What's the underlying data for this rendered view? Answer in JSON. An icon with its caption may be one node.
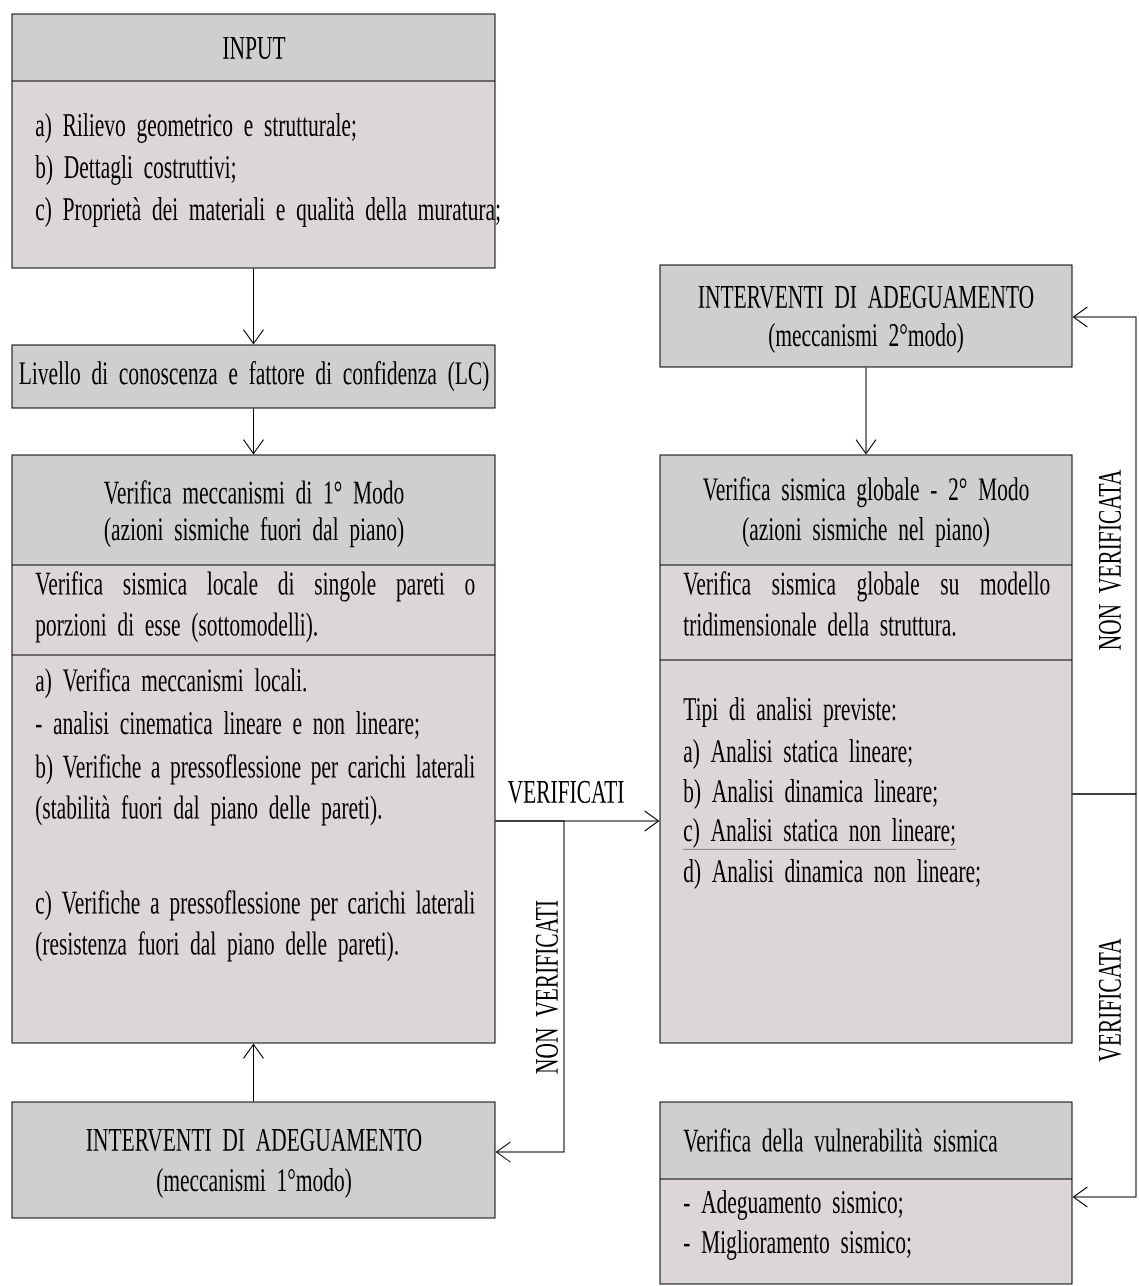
{
  "diagram": {
    "nodes": [
      {
        "text": [
          "INPUT",
          "a) Rilievo geometrico e strutturale;",
          "b) Dettagli costruttivi;",
          "c) Proprietà dei materiali e qualità della muratura;"
        ]
      },
      {
        "text": [
          "Livello di conoscenza e fattore di confidenza (LC)"
        ]
      },
      {
        "text": [
          "Verifica meccanismi di 1° Modo",
          "(azioni sismiche fuori dal piano)",
          "Verifica sismica locale di singole pareti o porzioni di esse (sottomodelli).",
          "a) Verifica meccanismi locali.",
          "- analisi cinematica lineare e non lineare;",
          "b) Verifiche a pressoflessione per carichi laterali (stabilità fuori dal piano delle pareti).",
          "c) Verifiche a pressoflessione per carichi laterali (resistenza fuori dal piano delle pareti)."
        ]
      },
      {
        "text": [
          "INTERVENTI DI ADEGUAMENTO",
          "(meccanismi 1°modo)"
        ]
      },
      {
        "text": [
          "INTERVENTI DI ADEGUAMENTO",
          "(meccanismi 2°modo)"
        ]
      },
      {
        "text": [
          "Verifica sismica globale - 2° Modo",
          "(azioni sismiche nel piano)",
          "Verifica sismica globale su modello tridimensionale della struttura.",
          "Tipi di analisi previste:",
          "a) Analisi statica lineare;",
          "b) Analisi dinamica lineare;",
          "c) Analisi statica non lineare;",
          "d) Analisi dinamica non lineare;"
        ]
      },
      {
        "text": [
          "Verifica della vulnerabilità sismica",
          "- Adeguamento sismico;",
          "- Miglioramento sismico;"
        ]
      }
    ],
    "edges": [
      {
        "from": 0,
        "to": 1,
        "arrow": "to"
      },
      {
        "from": 1,
        "to": 2,
        "arrow": "to"
      },
      {
        "from": 2,
        "to": 5,
        "arrow": "to",
        "label": "VERIFICATI"
      },
      {
        "from": 2,
        "to": 3,
        "arrow": "to",
        "label": "NON VERIFICATI"
      },
      {
        "from": 3,
        "to": 2,
        "arrow": "to"
      },
      {
        "from": 4,
        "to": 5,
        "arrow": "to"
      },
      {
        "from": 5,
        "to": 4,
        "arrow": "to",
        "label": "NON VERIFICATA"
      },
      {
        "from": 5,
        "to": 6,
        "arrow": "to",
        "label": "VERIFICATA"
      }
    ]
  }
}
